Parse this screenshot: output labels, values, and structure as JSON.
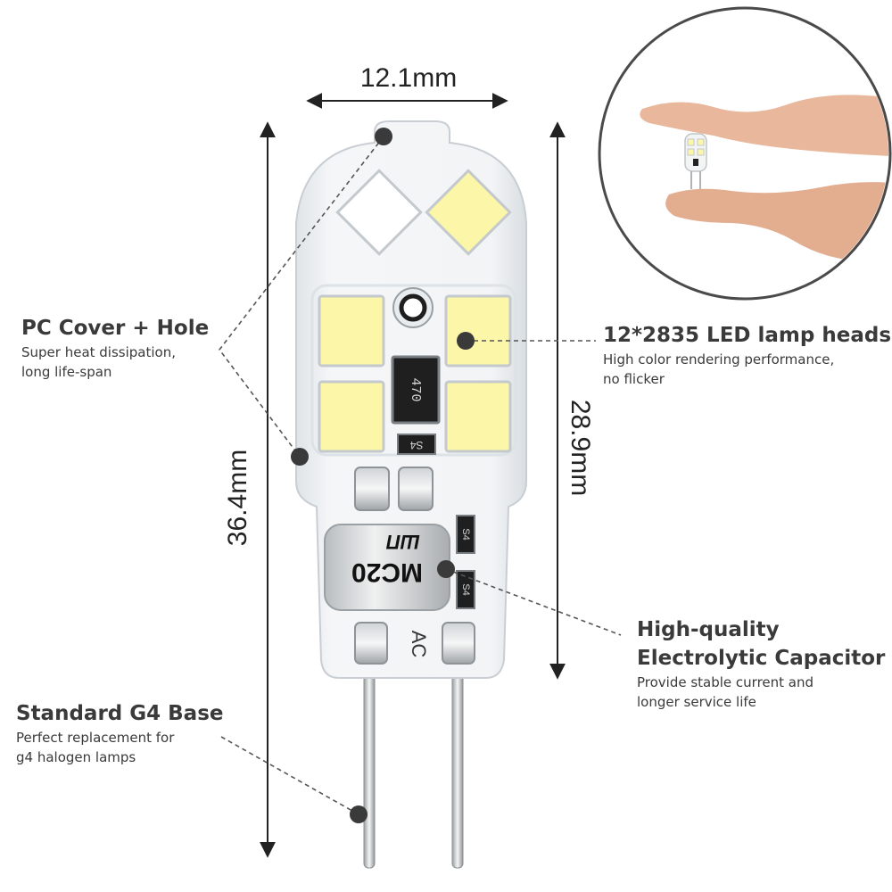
{
  "dimensions": {
    "width": "12.1mm",
    "total_height": "36.4mm",
    "body_height": "28.9mm"
  },
  "chip_labels": {
    "resistor": "470",
    "diode": "S4",
    "capacitor_brand": "MC20",
    "capacitor_marks": "ШП",
    "ac": "AC"
  },
  "callouts": {
    "pc_cover": {
      "title": "PC Cover + Hole",
      "desc_line1": "Super heat dissipation,",
      "desc_line2": "long life-span"
    },
    "led_heads": {
      "title": "12*2835 LED lamp heads",
      "desc_line1": "High color rendering performance,",
      "desc_line2": "no flicker"
    },
    "capacitor": {
      "title_line1": "High-quality",
      "title_line2": "Electrolytic Capacitor",
      "desc_line1": "Provide stable current and",
      "desc_line2": "longer service life"
    },
    "base": {
      "title": "Standard G4 Base",
      "desc_line1": "Perfect replacement for",
      "desc_line2": "g4 halogen lamps"
    }
  },
  "colors": {
    "led_yellow": "#fbf6a8",
    "led_white": "#ffffff",
    "marker": "#3a3a3a",
    "shell": "#eef1f3"
  }
}
